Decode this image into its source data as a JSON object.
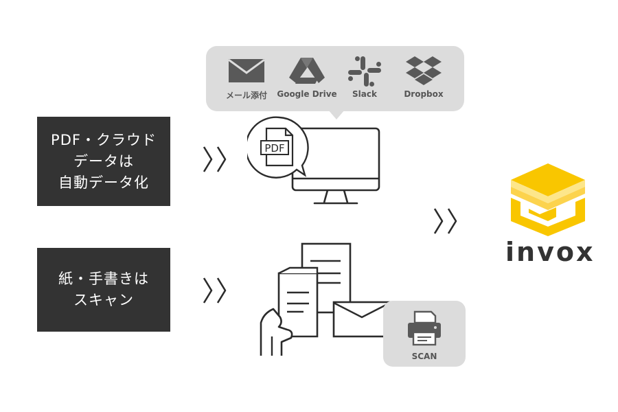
{
  "inputs": {
    "digital_label_lines": [
      "PDF・クラウド",
      "データは",
      "自動データ化"
    ],
    "paper_label_lines": [
      "紙・手書きは",
      "スキャン"
    ]
  },
  "services": [
    {
      "label": "メール添付",
      "icon": "mail-icon"
    },
    {
      "label": "Google Drive",
      "icon": "google-drive-icon"
    },
    {
      "label": "Slack",
      "icon": "slack-icon"
    },
    {
      "label": "Dropbox",
      "icon": "dropbox-icon"
    }
  ],
  "pdf_badge": "PDF",
  "scan_label": "SCAN",
  "logo": {
    "text": "invox",
    "brand_color": "#f9c600"
  },
  "colors": {
    "dark_box": "#333333",
    "bubble_bg": "#dcdcdc",
    "icon_gray": "#595959",
    "line": "#2b2b2b",
    "brand_yellow": "#f9c600",
    "brand_yellow_light": "#fde68a"
  }
}
